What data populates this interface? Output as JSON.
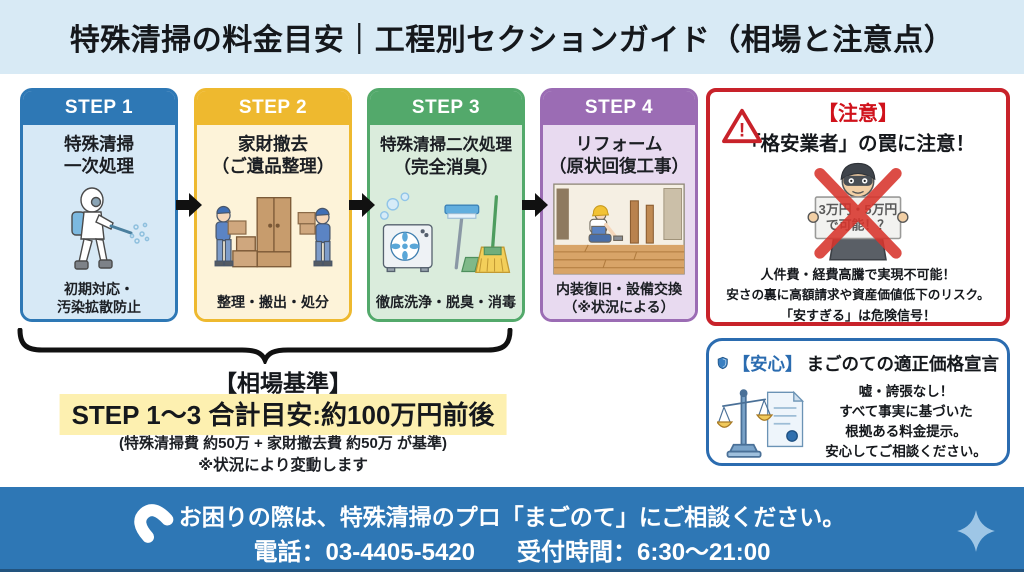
{
  "header": {
    "title": "特殊清掃の料金目安｜工程別セクションガイド（相場と注意点）",
    "band_color": "#d8eaf5"
  },
  "steps": [
    {
      "label": "STEP 1",
      "title1": "特殊清掃",
      "title2": "一次処理",
      "caption1": "初期対応・",
      "caption2": "汚染拡散防止",
      "header_color": "#2e78b5",
      "body_color": "#d7e9f6",
      "illustration": "hazmat-sprayer-worker"
    },
    {
      "label": "STEP 2",
      "title1": "家財撤去",
      "title2": "（ご遺品整理）",
      "caption1": "整理・搬出・処分",
      "caption2": "",
      "header_color": "#eeb92f",
      "body_color": "#fdf3d9",
      "illustration": "movers-carrying-boxes"
    },
    {
      "label": "STEP 3",
      "title1": "特殊清掃二次処理",
      "title2": "（完全消臭）",
      "caption1": "徹底洗浄・脱臭・消毒",
      "caption2": "",
      "header_color": "#53a96b",
      "body_color": "#daecdc",
      "illustration": "deodorizer-and-cleaning-tools"
    },
    {
      "label": "STEP 4",
      "title1": "リフォーム",
      "title2": "（原状回復工事）",
      "caption1": "内装復旧・設備交換",
      "caption2": "（※状況による）",
      "header_color": "#9b6cb4",
      "body_color": "#e8daf0",
      "illustration": "flooring-renovation-worker"
    }
  ],
  "market": {
    "heading": "【相場基準】",
    "highlight": "STEP 1〜3 合計目安:約100万円前後",
    "highlight_bg": "#fdf0b0",
    "note1": "(特殊清掃費 約50万 + 家財撤去費 約50万 が基準)",
    "note2": "※状況により変動します"
  },
  "caution": {
    "tag": "【注意】",
    "heading": "「格安業者」の罠に注意！",
    "sign_line1": "3万円・5万円",
    "sign_line2": "で可能！？",
    "line1": "人件費・経費高騰で実現不可能！",
    "line2": "安さの裏に高額請求や資産価値低下のリスク。",
    "line3": "「安すぎる」は危険信号！",
    "border_color": "#c8222a",
    "tag_color": "#d0121b"
  },
  "assurance": {
    "tag": "【安心】",
    "heading": "まごのての適正価格宣言",
    "line1": "嘘・誇張なし！",
    "line2": "すべて事実に基づいた",
    "line3": "根拠ある料金提示。",
    "line4": "安心してご相談ください。",
    "border_color": "#2b6cb0",
    "tag_color": "#2b6cb0"
  },
  "footer": {
    "message": "お困りの際は、特殊清掃のプロ「まごのて」にご相談ください。",
    "phone": "電話：03-4405-5420",
    "hours": "受付時間：6:30〜21:00",
    "bg_color": "#2e77b5"
  },
  "colors": {
    "flow_arrow": "#111111",
    "cross_red": "#d8342c"
  }
}
